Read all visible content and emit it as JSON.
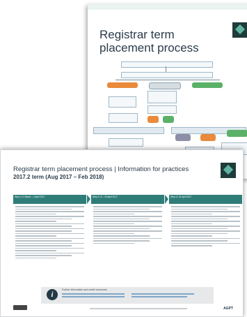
{
  "back_document": {
    "title": "Registrar term placement process"
  },
  "front_document": {
    "title": "Registrar term placement process | Information for practices",
    "subtitle": "2017.2 term (Aug 2017 – Feb 2018)",
    "steps": [
      {
        "label": "Step 1 | 1 March – 3 April 2017"
      },
      {
        "label": "Step 2 | 5 – 19 April 2017"
      },
      {
        "label": "Step 3 | 24 April 2017"
      }
    ],
    "info_bar": {
      "title": "Further information and useful resources"
    },
    "footer": {
      "brand": "AGPT"
    }
  }
}
